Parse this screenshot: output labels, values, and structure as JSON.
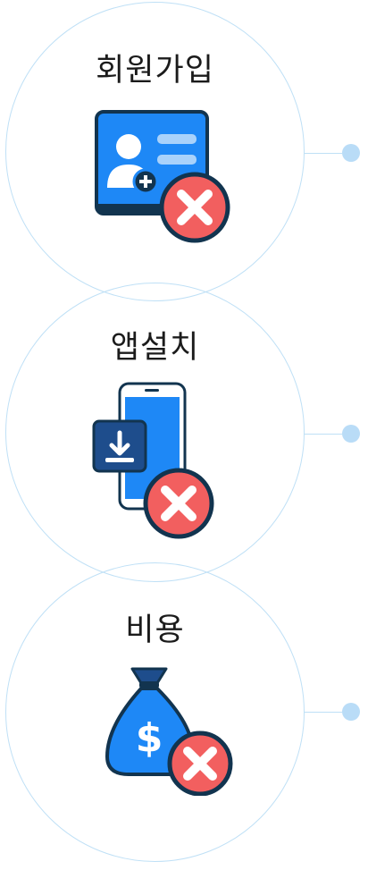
{
  "items": [
    {
      "label": "회원가입",
      "icon": "signup-card-icon",
      "status_icon": "close-x-icon"
    },
    {
      "label": "앱설치",
      "icon": "app-install-phone-icon",
      "status_icon": "close-x-icon"
    },
    {
      "label": "비용",
      "icon": "money-bag-icon",
      "status_icon": "close-x-icon"
    }
  ],
  "colors": {
    "circle_border": "#bfe0f6",
    "dot": "#b9dcf7",
    "icon_blue": "#1e88f6",
    "icon_dark": "#12344f",
    "x_red": "#f25f5f"
  }
}
